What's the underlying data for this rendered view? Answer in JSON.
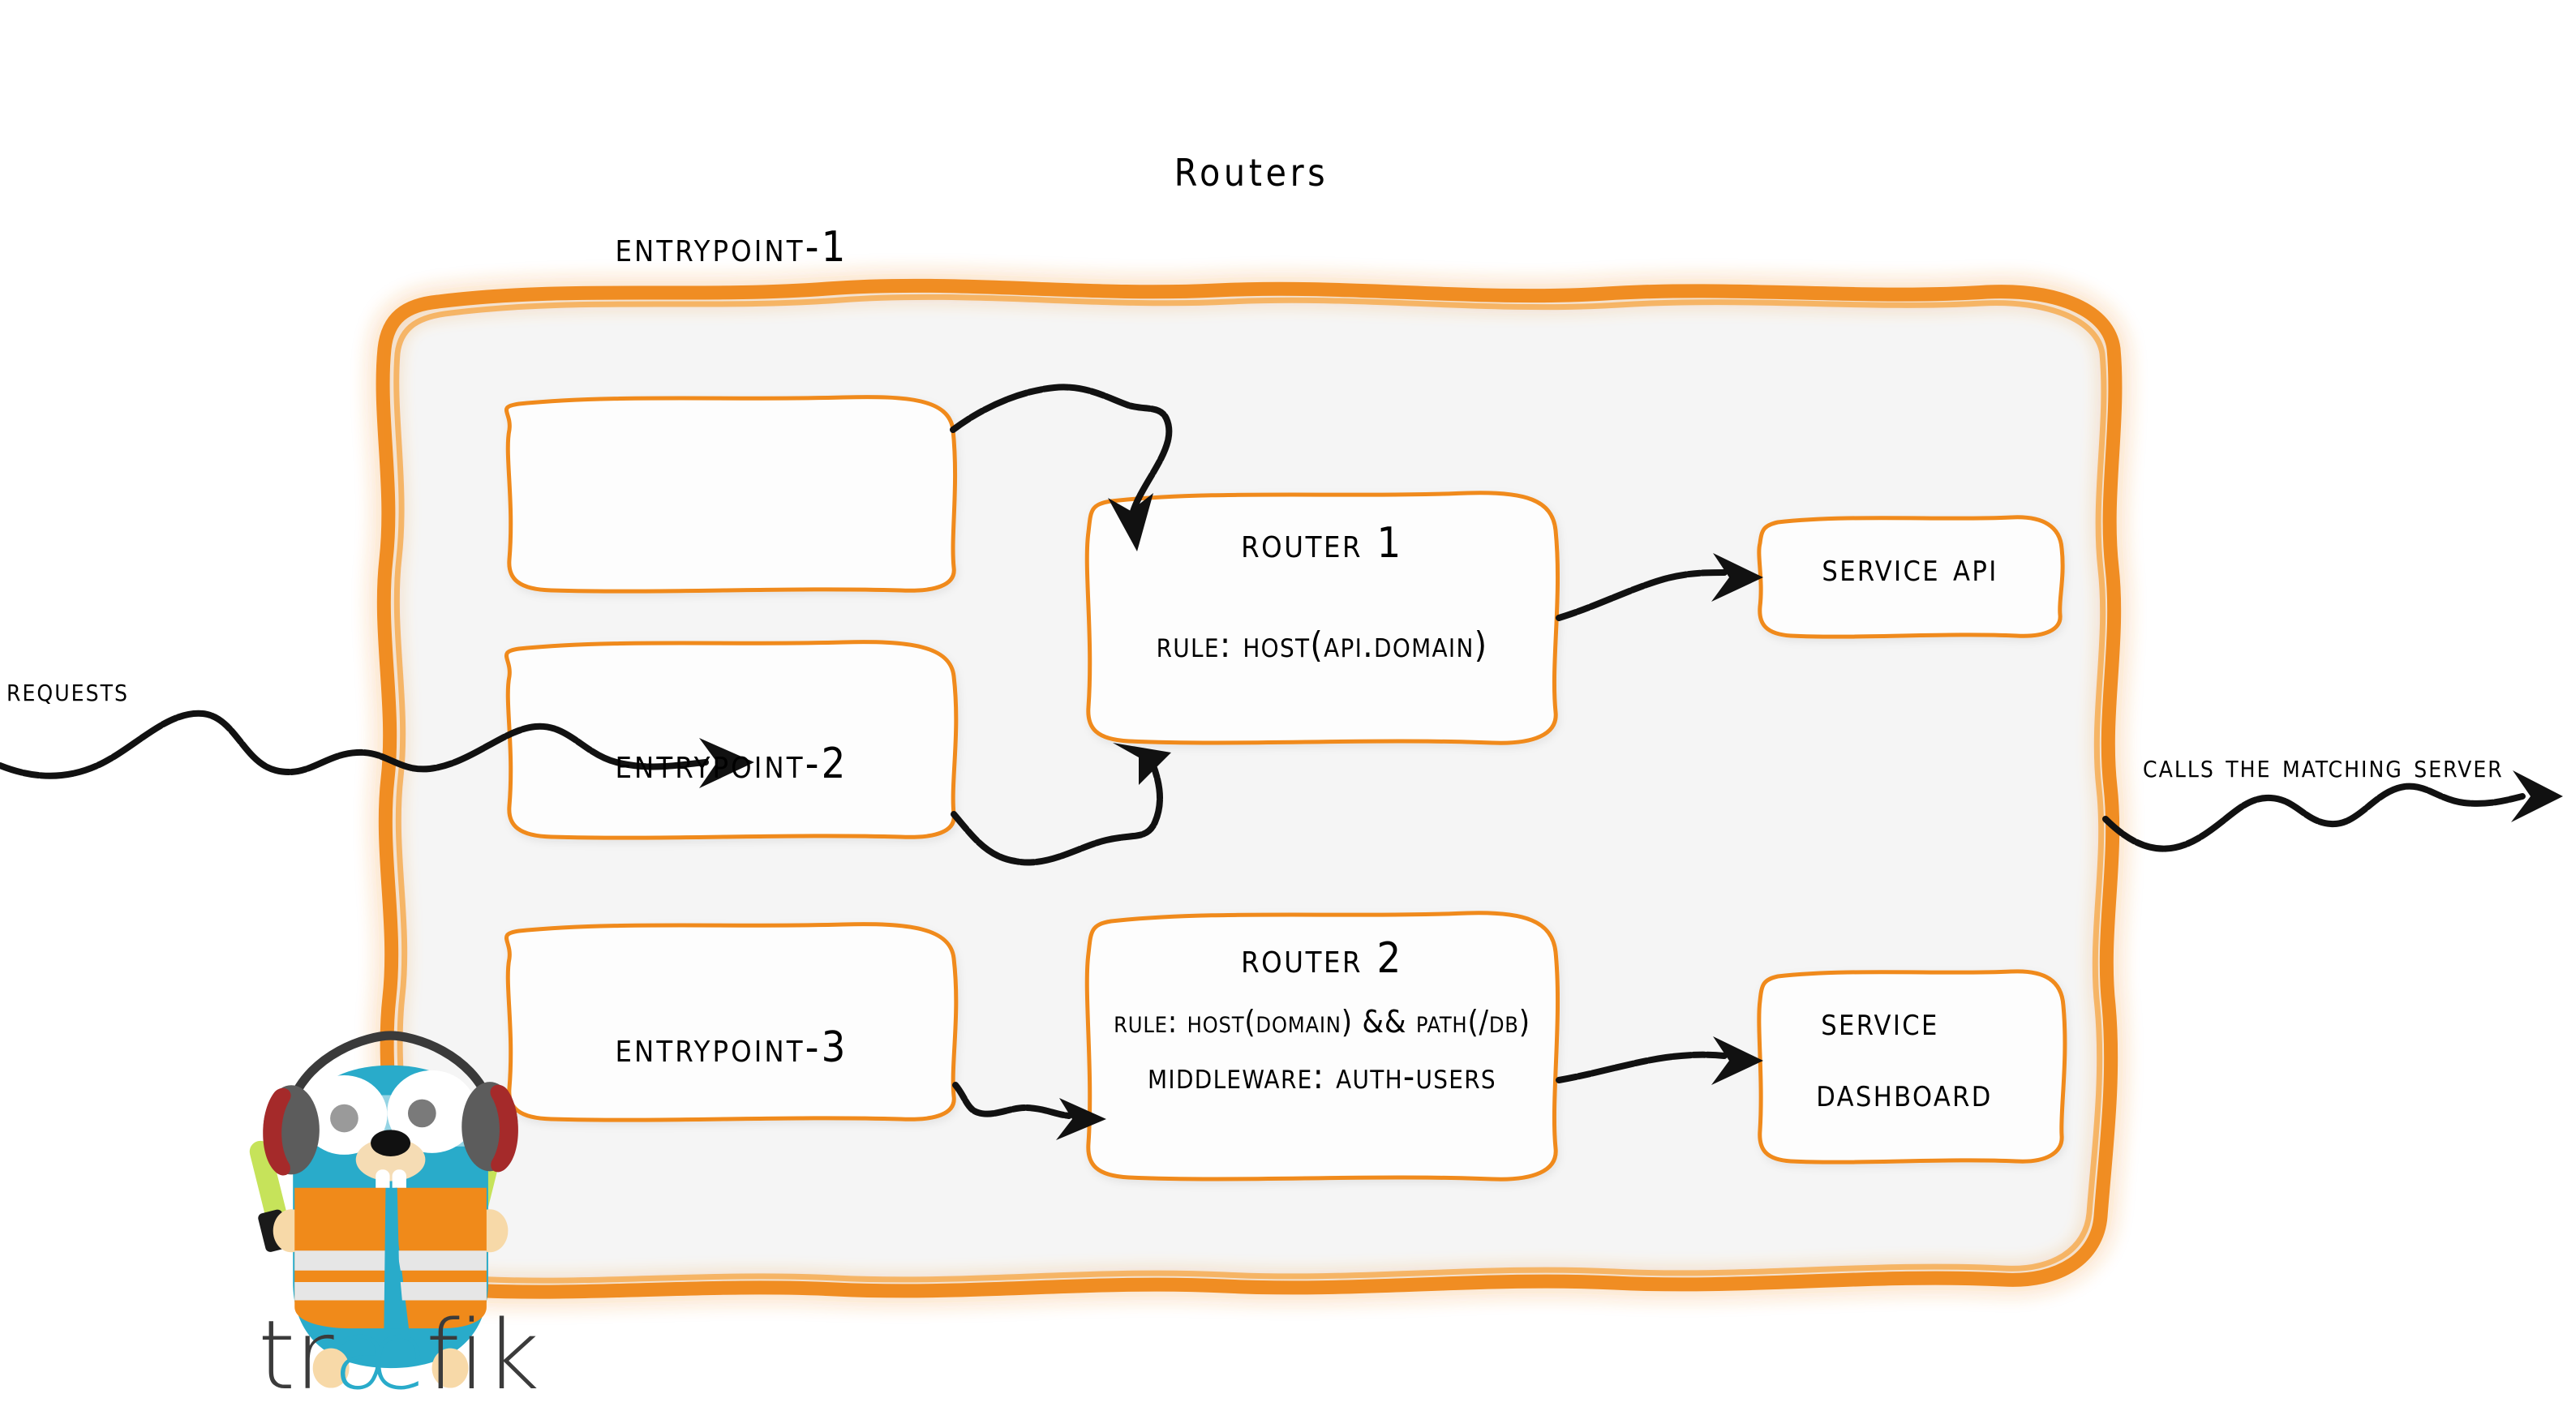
{
  "diagram": {
    "title": "Routers",
    "colors": {
      "brand_orange": "#F08A1A",
      "container_fill": "#F5F5F5",
      "box_fill": "#FDFDFD",
      "arrow_black": "#111111",
      "gopher_blue": "#29ABCA",
      "vest_orange": "#F08A1A",
      "wordmark_gray": "#3B3B3B",
      "wordmark_accent": "#29ABCA"
    }
  },
  "entrypoints": [
    {
      "label": "entrypoint-1"
    },
    {
      "label": "entrypoint-2"
    },
    {
      "label": "entrypoint-3"
    }
  ],
  "routers": [
    {
      "title": "Router 1",
      "lines": [
        {
          "text": "rule: Host(api.domain)"
        }
      ]
    },
    {
      "title": "Router 2",
      "lines": [
        {
          "text": "rule: Host(domain) && Path(/db)"
        },
        {
          "text": "Middleware: auth-users"
        }
      ]
    }
  ],
  "services": [
    {
      "lines": [
        "Service API"
      ]
    },
    {
      "lines": [
        "Service",
        "Dashboard"
      ]
    }
  ],
  "side_labels": {
    "incoming": "Requests",
    "outgoing": "Calls the matching server"
  },
  "logo": {
    "wordmark_prefix": "tr",
    "wordmark_accent": "æ",
    "wordmark_suffix": "fik",
    "mascot": "traefik-gopher-mascot"
  }
}
